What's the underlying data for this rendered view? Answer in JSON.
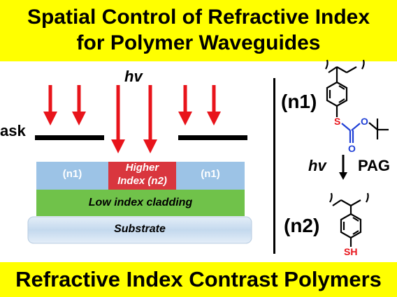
{
  "title_line1": "Spatial Control of Refractive Index",
  "title_line2": "for Polymer Waveguides",
  "bottom_title": "Refractive Index Contrast Polymers",
  "left": {
    "mask_label": "ask",
    "light_label": "hv",
    "n1_left": "(n1)",
    "higher_index_line1": "Higher",
    "higher_index_line2": "Index (n2)",
    "n1_right": "(n1)",
    "cladding_label": "Low index cladding",
    "substrate_label": "Substrate"
  },
  "right": {
    "n1_label": "(n1)",
    "n2_label": "(n2)",
    "reaction_hv": "hv",
    "reaction_pag": "PAG",
    "s_atom": "S",
    "o_atom_1": "O",
    "o_atom_2": "O",
    "sh_group": "SH"
  },
  "colors": {
    "banner": "#ffff00",
    "arrow": "#e8141b",
    "n1_layer": "#9cc3e6",
    "n2_layer": "#d9363e",
    "cladding": "#70c24a",
    "substrate": "#d9e7f4",
    "sulfur": "#e8141b",
    "carbonate": "#1f3fd6"
  }
}
